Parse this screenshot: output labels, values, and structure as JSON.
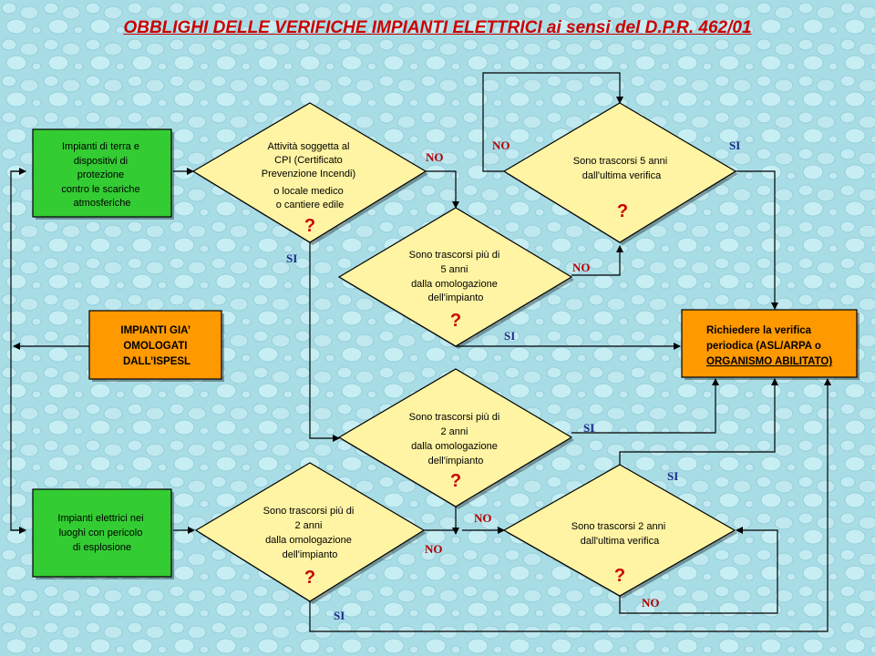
{
  "title": "OBBLIGHI DELLE VERIFICHE IMPIANTI ELETTRICI ai sensi del D.P.R. 462/01",
  "colors": {
    "title": "#cc0000",
    "background": "#a9dde6",
    "green_box": "#33cc33",
    "orange_box": "#ff9900",
    "diamond": "#fff4a3",
    "question_mark": "#cc0000",
    "no_label": "#b30000",
    "si_label": "#1a2c8a"
  },
  "boxes": {
    "terra": {
      "lines": [
        "Impianti di terra e",
        "dispositivi di",
        "protezione",
        "contro le scariche",
        "atmosferiche"
      ]
    },
    "omologati": {
      "lines": [
        "IMPIANTI GIA’",
        "OMOLOGATI",
        "DALL’ISPESL"
      ]
    },
    "esplosione": {
      "lines": [
        "Impianti elettrici nei",
        "luoghi con pericolo",
        "di esplosione"
      ]
    },
    "verifica": {
      "lines": [
        "Richiedere la verifica",
        "periodica (ASL/ARPA o",
        "ORGANISMO ABILITATO)"
      ]
    }
  },
  "decisions": {
    "cpi": {
      "lines": [
        "Attività soggetta al",
        "CPI (Certificato",
        "Prevenzione Incendi)",
        "o locale medico",
        "o cantiere edile"
      ],
      "mark": "?"
    },
    "cinque_omol": {
      "lines": [
        "Sono trascorsi più di",
        "5 anni",
        "dalla omologazione",
        "dell'impianto"
      ],
      "mark": "?"
    },
    "cinque_ult": {
      "lines": [
        "Sono trascorsi 5 anni",
        "dall'ultima verifica"
      ],
      "mark": "?"
    },
    "due_omol_a": {
      "lines": [
        "Sono trascorsi più di",
        "2 anni",
        "dalla omologazione",
        "dell'impianto"
      ],
      "mark": "?"
    },
    "due_omol_b": {
      "lines": [
        "Sono trascorsi più di",
        "2 anni",
        "dalla omologazione",
        "dell'impianto"
      ],
      "mark": "?"
    },
    "due_ult": {
      "lines": [
        "Sono trascorsi 2 anni",
        "dall'ultima verifica"
      ],
      "mark": "?"
    }
  },
  "flow_labels": {
    "no": "NO",
    "si": "SI"
  }
}
